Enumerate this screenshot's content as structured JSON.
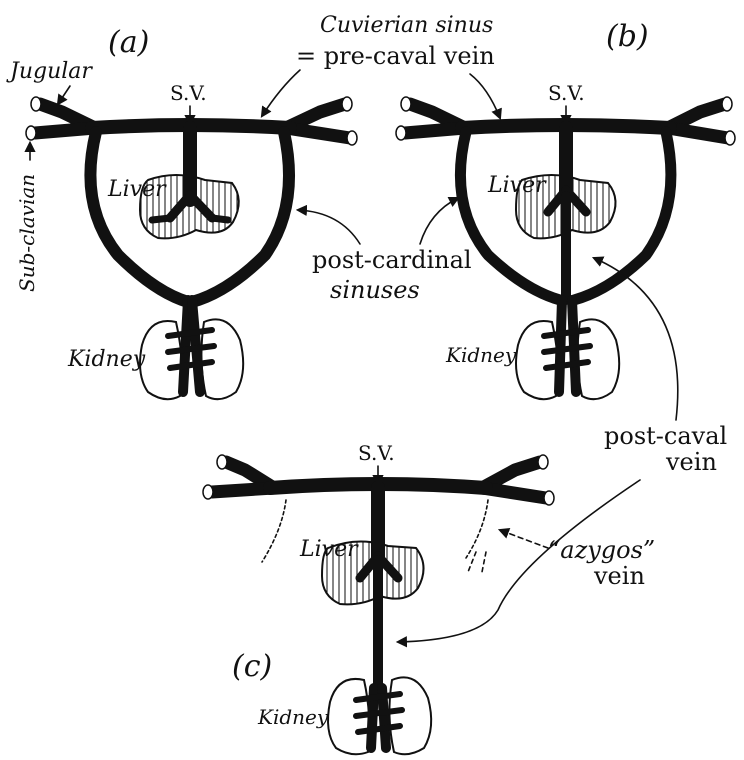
{
  "panels": {
    "a": "(a)",
    "b": "(b)",
    "c": "(c)"
  },
  "labels": {
    "jugular": "Jugular",
    "subclavian": "Sub-clavian",
    "sv": "S.V.",
    "cuvierian_line1": "Cuvierian sinus",
    "cuvierian_line2": "= pre-caval vein",
    "liver": "Liver",
    "postcardinal_line1": "post-cardinal",
    "postcardinal_line2": "sinuses",
    "kidney": "Kidney",
    "postcaval_line1": "post-caval",
    "postcaval_line2": "vein",
    "azygos_line1": "“azygos”",
    "azygos_line2": "vein"
  }
}
